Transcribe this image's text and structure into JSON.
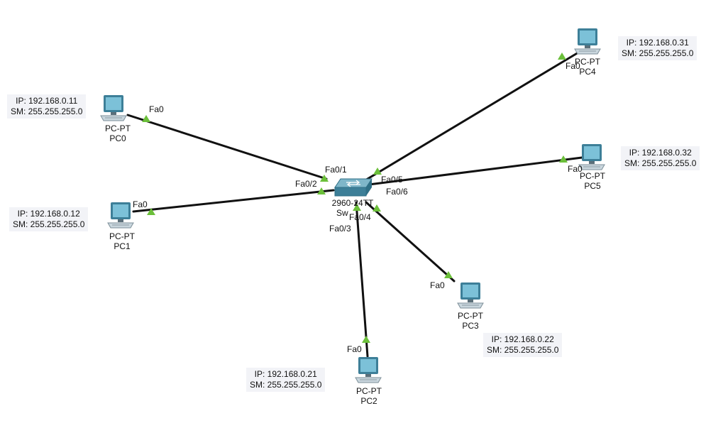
{
  "topology": {
    "switch": {
      "model": "2960-24TT",
      "name": "Sw"
    },
    "pcs": [
      {
        "name": "PC0",
        "type": "PC-PT",
        "port": "Fa0",
        "switch_port": "Fa0/1",
        "ip": "IP: 192.168.0.11",
        "sm": "SM: 255.255.255.0"
      },
      {
        "name": "PC1",
        "type": "PC-PT",
        "port": "Fa0",
        "switch_port": "Fa0/2",
        "ip": "IP: 192.168.0.12",
        "sm": "SM: 255.255.255.0"
      },
      {
        "name": "PC2",
        "type": "PC-PT",
        "port": "Fa0",
        "switch_port": "Fa0/3",
        "ip": "IP: 192.168.0.21",
        "sm": "SM: 255.255.255.0"
      },
      {
        "name": "PC3",
        "type": "PC-PT",
        "port": "Fa0",
        "switch_port": "Fa0/4",
        "ip": "IP: 192.168.0.22",
        "sm": "SM: 255.255.255.0"
      },
      {
        "name": "PC4",
        "type": "PC-PT",
        "port": "Fa0",
        "switch_port": "Fa0/5",
        "ip": "IP: 192.168.0.31",
        "sm": "SM: 255.255.255.0"
      },
      {
        "name": "PC5",
        "type": "PC-PT",
        "port": "Fa0",
        "switch_port": "Fa0/6",
        "ip": "IP: 192.168.0.32",
        "sm": "SM: 255.255.255.0"
      }
    ]
  },
  "colors": {
    "link": "#111111",
    "link_up": "#6bbf3a",
    "note_bg": "#f2f3f7",
    "switch_body": "#4a8fa8",
    "pc_screen": "#5b9fb8"
  },
  "icons": {
    "pc": "desktop-pc-icon",
    "switch": "network-switch-icon",
    "link_status": "link-up-triangle-icon"
  }
}
